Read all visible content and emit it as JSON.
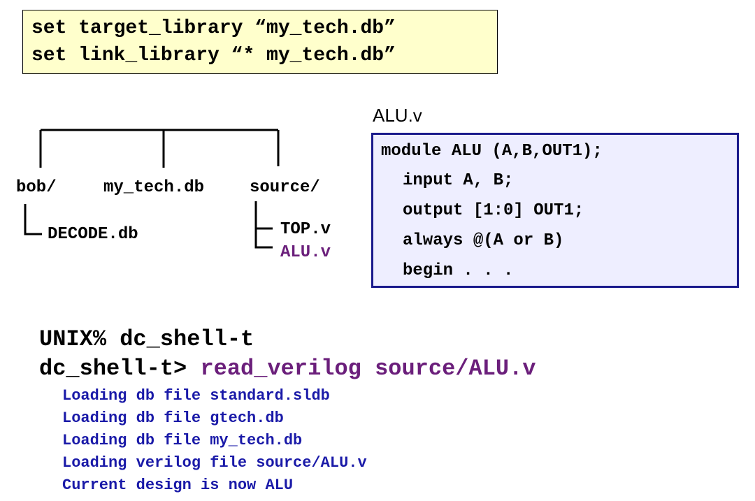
{
  "library_box": {
    "lines": [
      "set target_library “my_tech.db”",
      "set link_library “* my_tech.db”"
    ],
    "background": "#ffffcc"
  },
  "tree": {
    "root_children": [
      "bob/",
      "my_tech.db",
      "source/"
    ],
    "bob_children": [
      "DECODE.db"
    ],
    "source_children": [
      "TOP.v",
      "ALU.v"
    ],
    "highlight_color": "#6b1f7b"
  },
  "alu_file": {
    "title": "ALU.v",
    "lines": [
      "module ALU (A,B,OUT1);",
      "input A, B;",
      "output [1:0] OUT1;",
      "always @(A or B)",
      "begin . . ."
    ],
    "border_color": "#1a1a8c",
    "background": "#eeeeff"
  },
  "shell": {
    "unix_prompt": "UNIX% dc_shell-t",
    "dc_prompt": "dc_shell-t> ",
    "command": "read_verilog source/ALU.v",
    "command_color": "#6b1f7b",
    "output_lines": [
      "Loading db file standard.sldb",
      "Loading db file gtech.db",
      "Loading db file my_tech.db",
      "Loading verilog file source/ALU.v",
      "Current design is now ALU"
    ],
    "output_color": "#1a1aa8"
  }
}
